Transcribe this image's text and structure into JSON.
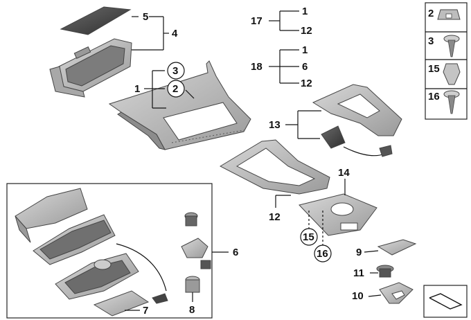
{
  "callouts": {
    "c1a": "1",
    "c2a": "2",
    "c3": "3",
    "c4": "4",
    "c5": "5",
    "c6": "6",
    "c7": "7",
    "c8": "8",
    "c9": "9",
    "c10": "10",
    "c11": "11",
    "c12a": "12",
    "c13": "13",
    "c14": "14",
    "c15a": "15",
    "c16a": "16",
    "c17": "17",
    "c18": "18",
    "g17_1": "1",
    "g17_12": "12",
    "g18_1": "1",
    "g18_6": "6",
    "g18_12": "12"
  },
  "legend": {
    "items": [
      "2",
      "3",
      "15",
      "16"
    ]
  },
  "colors": {
    "part_fill": "#b9b9b9",
    "part_dark": "#5a5a5a",
    "part_light": "#dcdcdc",
    "ink": "#111111"
  }
}
